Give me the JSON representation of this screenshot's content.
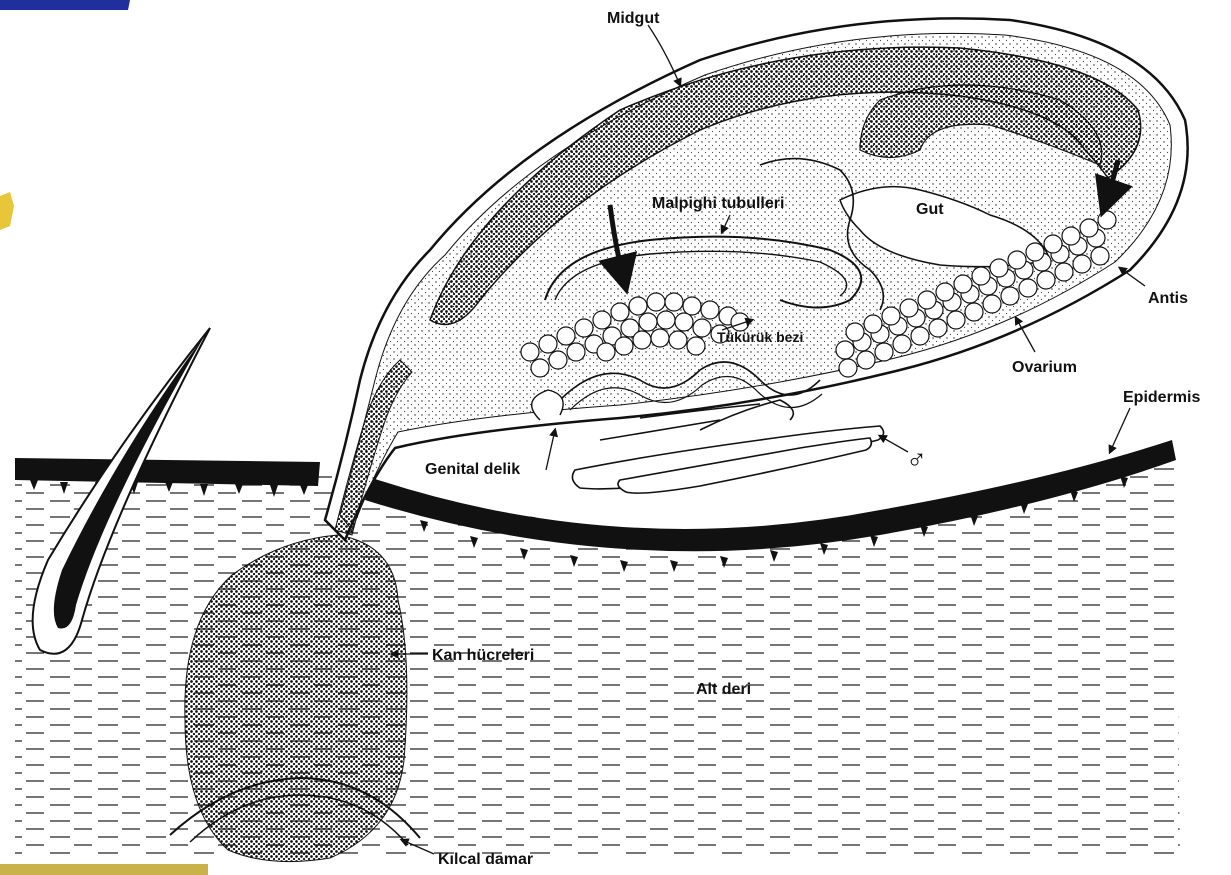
{
  "labels": {
    "midgut": "Midgut",
    "malpighi": "Malpighi tubulleri",
    "gut": "Gut",
    "antis": "Antis",
    "tukuruk": "Tükürük bezi",
    "ovarium": "Ovarium",
    "epidermis": "Epidermis",
    "genital": "Genital delik",
    "male_symbol": "♂",
    "kan": "Kan hücreleri",
    "altderi": "Alt deri",
    "kilcal": "Kılcal damar"
  },
  "colors": {
    "ink": "#111111",
    "paper": "#ffffff",
    "slide_title": "#1f2f9e",
    "slide_bullet": "#e8c63a",
    "slide_bar": "#c9b24a"
  }
}
